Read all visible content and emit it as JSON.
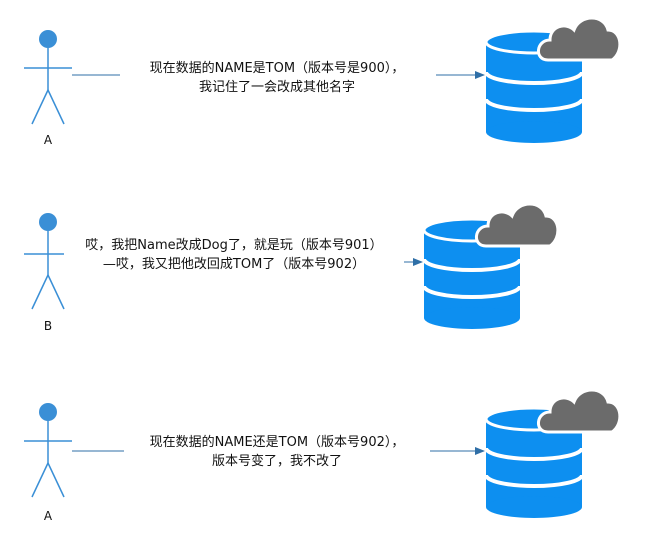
{
  "colors": {
    "actor": "#3a8fd6",
    "arrow": "#2f6fa7",
    "database": "#0d8ff0",
    "database_stripe": "#ffffff",
    "cloud": "#6b6b6b",
    "cloud_outline": "#ffffff",
    "text": "#111111"
  },
  "scenes": [
    {
      "actor": "A",
      "lines": [
        "现在数据的NAME是TOM（版本号是900），",
        "我记住了一会改成其他名字"
      ]
    },
    {
      "actor": "B",
      "lines": [
        "哎，我把Name改成Dog了，就是玩（版本号901）",
        "—哎，我又把他改回成TOM了（版本号902）"
      ]
    },
    {
      "actor": "A",
      "lines": [
        "现在数据的NAME还是TOM（版本号902），",
        "版本号变了，我不改了"
      ]
    }
  ],
  "icons": {
    "actor": "stick-figure-icon",
    "database": "database-icon",
    "cloud": "cloud-icon"
  }
}
